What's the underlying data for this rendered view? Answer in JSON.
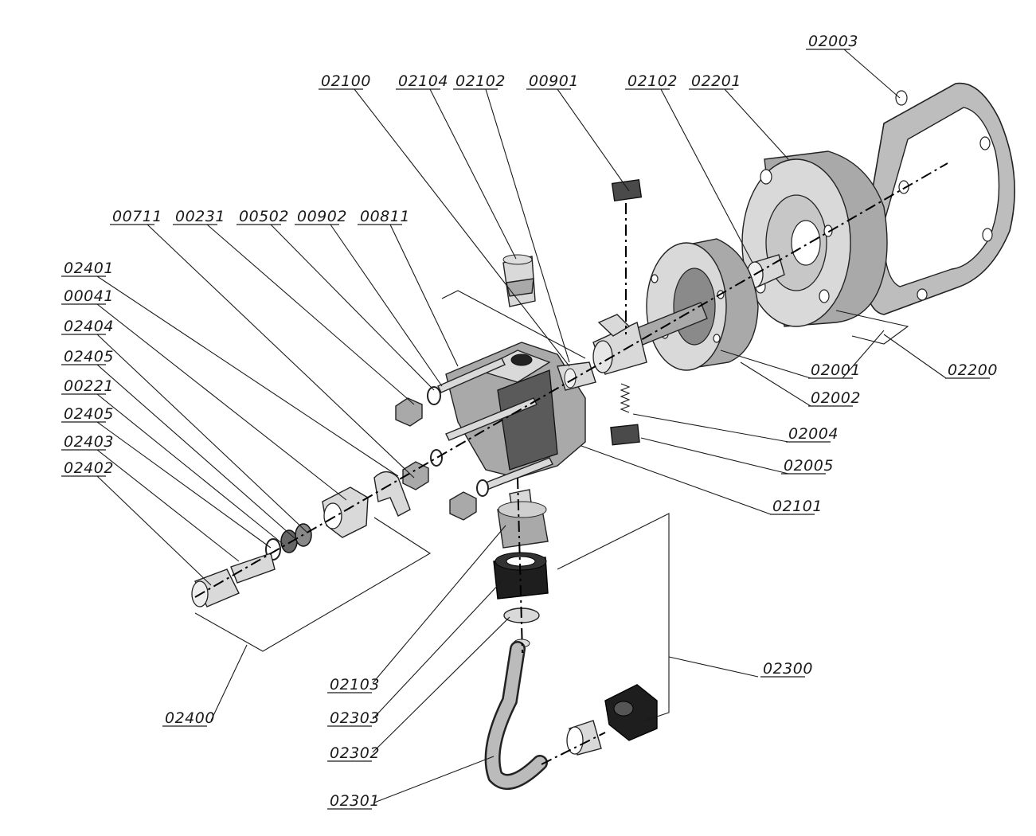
{
  "callouts": [
    {
      "id": "c02003",
      "text": "02003"
    },
    {
      "id": "c02100",
      "text": "02100"
    },
    {
      "id": "c02104",
      "text": "02104"
    },
    {
      "id": "c02102a",
      "text": "02102"
    },
    {
      "id": "c00901",
      "text": "00901"
    },
    {
      "id": "c02102b",
      "text": "02102"
    },
    {
      "id": "c02201",
      "text": "02201"
    },
    {
      "id": "c00711",
      "text": "00711"
    },
    {
      "id": "c00231",
      "text": "00231"
    },
    {
      "id": "c00502",
      "text": "00502"
    },
    {
      "id": "c00902",
      "text": "00902"
    },
    {
      "id": "c00811",
      "text": "00811"
    },
    {
      "id": "c02401",
      "text": "02401"
    },
    {
      "id": "c00041",
      "text": "00041"
    },
    {
      "id": "c02404",
      "text": "02404"
    },
    {
      "id": "c02405a",
      "text": "02405"
    },
    {
      "id": "c00221",
      "text": "00221"
    },
    {
      "id": "c02405b",
      "text": "02405"
    },
    {
      "id": "c02403",
      "text": "02403"
    },
    {
      "id": "c02402",
      "text": "02402"
    },
    {
      "id": "c02001",
      "text": "02001"
    },
    {
      "id": "c02200",
      "text": "02200"
    },
    {
      "id": "c02002",
      "text": "02002"
    },
    {
      "id": "c02004",
      "text": "02004"
    },
    {
      "id": "c02005",
      "text": "02005"
    },
    {
      "id": "c02101",
      "text": "02101"
    },
    {
      "id": "c02300",
      "text": "02300"
    },
    {
      "id": "c02103",
      "text": "02103"
    },
    {
      "id": "c02303",
      "text": "02303"
    },
    {
      "id": "c02302",
      "text": "02302"
    },
    {
      "id": "c02400",
      "text": "02400"
    },
    {
      "id": "c02301",
      "text": "02301"
    }
  ]
}
